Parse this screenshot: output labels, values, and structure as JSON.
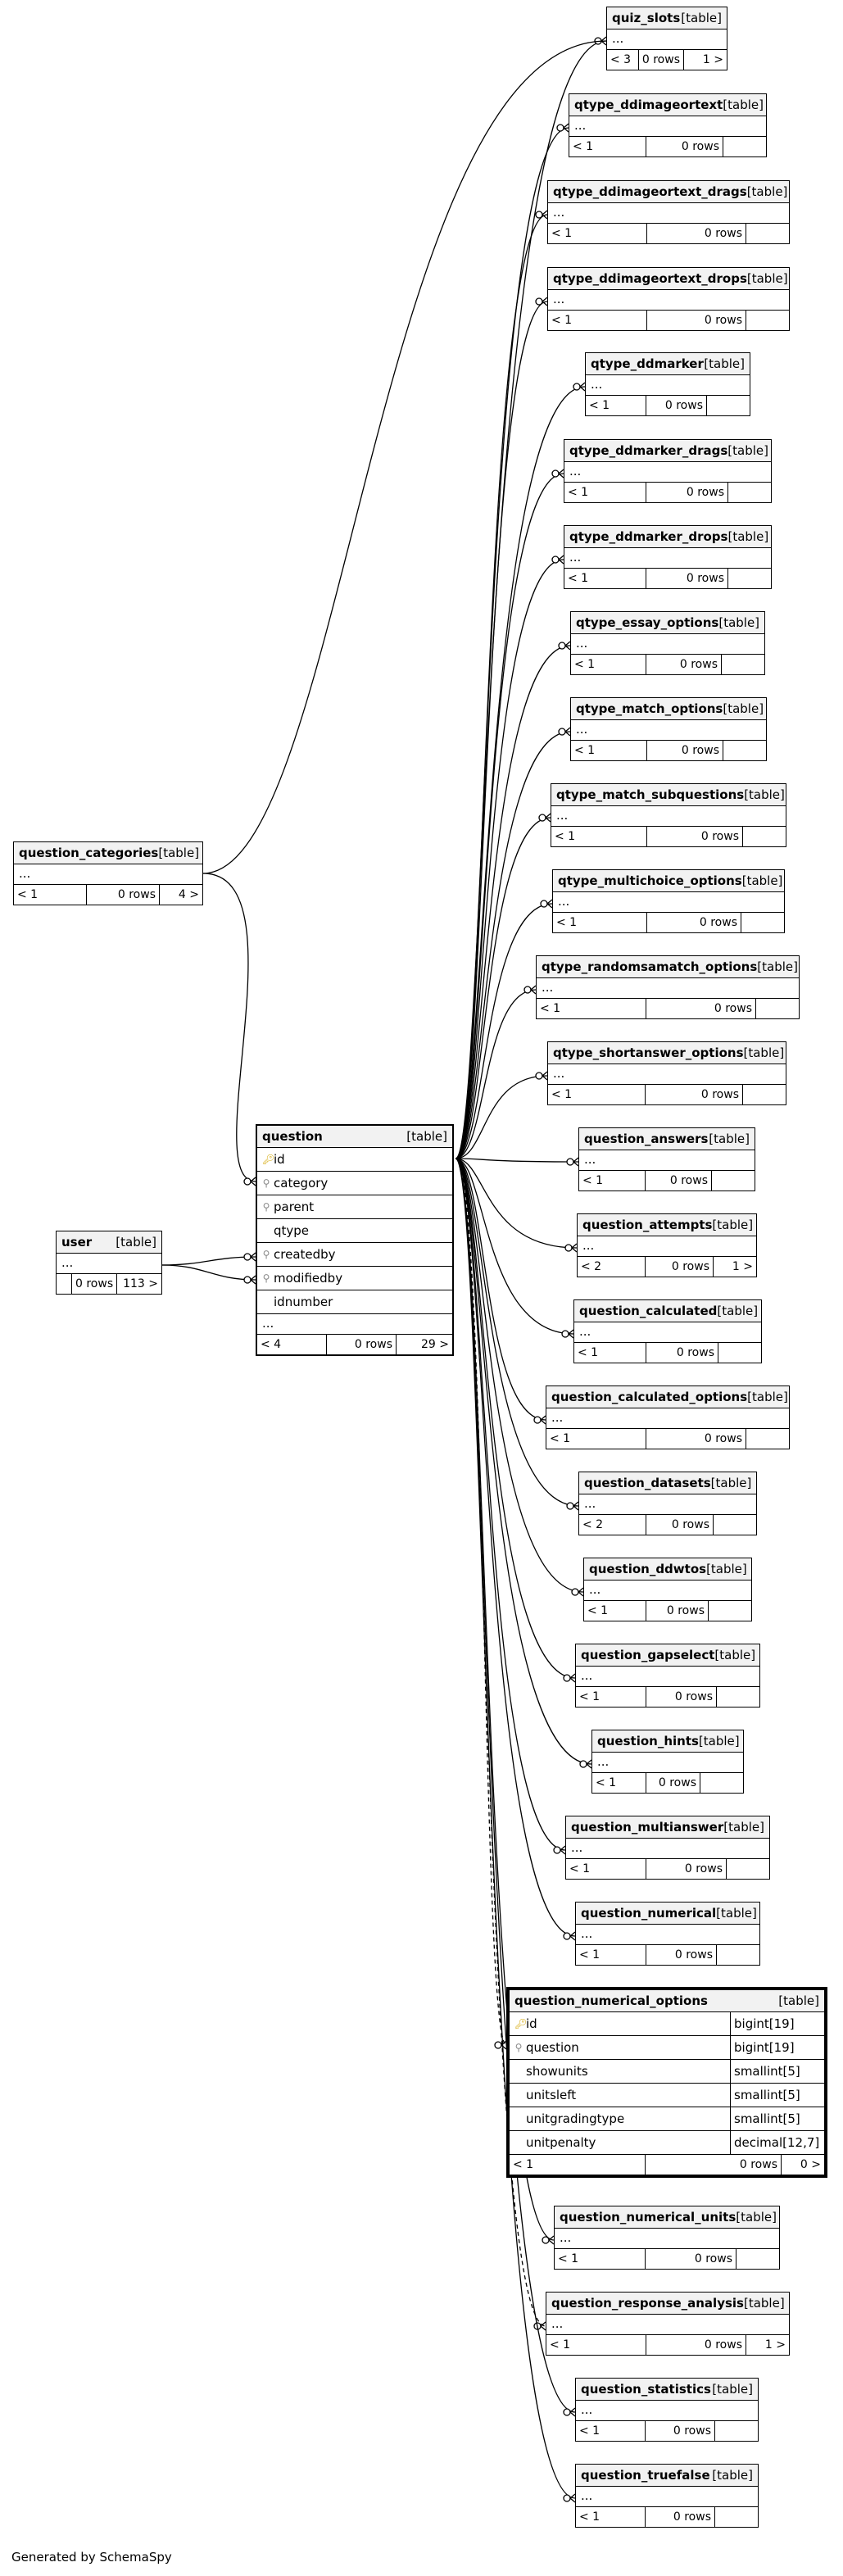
{
  "tables": {
    "quiz_slots": {
      "name": "quiz_slots",
      "type": "[table]",
      "f1": "< 3",
      "f2": "0 rows",
      "f3": "1 >"
    },
    "qtype_ddimageortext": {
      "name": "qtype_ddimageortext",
      "type": "[table]",
      "f1": "< 1",
      "f2": "0 rows",
      "f3": ""
    },
    "qtype_ddimageortext_drags": {
      "name": "qtype_ddimageortext_drags",
      "type": "[table]",
      "f1": "< 1",
      "f2": "0 rows",
      "f3": ""
    },
    "qtype_ddimageortext_drops": {
      "name": "qtype_ddimageortext_drops",
      "type": "[table]",
      "f1": "< 1",
      "f2": "0 rows",
      "f3": ""
    },
    "qtype_ddmarker": {
      "name": "qtype_ddmarker",
      "type": "[table]",
      "f1": "< 1",
      "f2": "0 rows",
      "f3": ""
    },
    "qtype_ddmarker_drags": {
      "name": "qtype_ddmarker_drags",
      "type": "[table]",
      "f1": "< 1",
      "f2": "0 rows",
      "f3": ""
    },
    "qtype_ddmarker_drops": {
      "name": "qtype_ddmarker_drops",
      "type": "[table]",
      "f1": "< 1",
      "f2": "0 rows",
      "f3": ""
    },
    "qtype_essay_options": {
      "name": "qtype_essay_options",
      "type": "[table]",
      "f1": "< 1",
      "f2": "0 rows",
      "f3": ""
    },
    "qtype_match_options": {
      "name": "qtype_match_options",
      "type": "[table]",
      "f1": "< 1",
      "f2": "0 rows",
      "f3": ""
    },
    "qtype_match_subquestions": {
      "name": "qtype_match_subquestions",
      "type": "[table]",
      "f1": "< 1",
      "f2": "0 rows",
      "f3": ""
    },
    "qtype_multichoice_options": {
      "name": "qtype_multichoice_options",
      "type": "[table]",
      "f1": "< 1",
      "f2": "0 rows",
      "f3": ""
    },
    "qtype_randomsamatch_options": {
      "name": "qtype_randomsamatch_options",
      "type": "[table]",
      "f1": "< 1",
      "f2": "0 rows",
      "f3": ""
    },
    "qtype_shortanswer_options": {
      "name": "qtype_shortanswer_options",
      "type": "[table]",
      "f1": "< 1",
      "f2": "0 rows",
      "f3": ""
    },
    "question_answers": {
      "name": "question_answers",
      "type": "[table]",
      "f1": "< 1",
      "f2": "0 rows",
      "f3": ""
    },
    "question_attempts": {
      "name": "question_attempts",
      "type": "[table]",
      "f1": "< 2",
      "f2": "0 rows",
      "f3": "1 >"
    },
    "question_calculated": {
      "name": "question_calculated",
      "type": "[table]",
      "f1": "< 1",
      "f2": "0 rows",
      "f3": ""
    },
    "question_calculated_options": {
      "name": "question_calculated_options",
      "type": "[table]",
      "f1": "< 1",
      "f2": "0 rows",
      "f3": ""
    },
    "question_datasets": {
      "name": "question_datasets",
      "type": "[table]",
      "f1": "< 2",
      "f2": "0 rows",
      "f3": ""
    },
    "question_ddwtos": {
      "name": "question_ddwtos",
      "type": "[table]",
      "f1": "< 1",
      "f2": "0 rows",
      "f3": ""
    },
    "question_gapselect": {
      "name": "question_gapselect",
      "type": "[table]",
      "f1": "< 1",
      "f2": "0 rows",
      "f3": ""
    },
    "question_hints": {
      "name": "question_hints",
      "type": "[table]",
      "f1": "< 1",
      "f2": "0 rows",
      "f3": ""
    },
    "question_multianswer": {
      "name": "question_multianswer",
      "type": "[table]",
      "f1": "< 1",
      "f2": "0 rows",
      "f3": ""
    },
    "question_numerical": {
      "name": "question_numerical",
      "type": "[table]",
      "f1": "< 1",
      "f2": "0 rows",
      "f3": ""
    },
    "question_numerical_units": {
      "name": "question_numerical_units",
      "type": "[table]",
      "f1": "< 1",
      "f2": "0 rows",
      "f3": ""
    },
    "question_response_analysis": {
      "name": "question_response_analysis",
      "type": "[table]",
      "f1": "< 1",
      "f2": "0 rows",
      "f3": "1 >"
    },
    "question_statistics": {
      "name": "question_statistics",
      "type": "[table]",
      "f1": "< 1",
      "f2": "0 rows",
      "f3": ""
    },
    "question_truefalse": {
      "name": "question_truefalse",
      "type": "[table]",
      "f1": "< 1",
      "f2": "0 rows",
      "f3": ""
    },
    "question_categories": {
      "name": "question_categories",
      "type": "[table]",
      "f1": "< 1",
      "f2": "0 rows",
      "f3": "4 >"
    },
    "user": {
      "name": "user",
      "type": "[table]",
      "f1": "",
      "f2": "0 rows",
      "f3": "113 >"
    }
  },
  "ellipsis": "...",
  "question": {
    "name": "question",
    "type": "[table]",
    "columns": [
      "id",
      "category",
      "parent",
      "qtype",
      "createdby",
      "modifiedby",
      "idnumber"
    ],
    "f1": "< 4",
    "f2": "0 rows",
    "f3": "29 >"
  },
  "qno": {
    "name": "question_numerical_options",
    "type": "[table]",
    "columns": [
      {
        "name": "id",
        "type": "bigint[19]"
      },
      {
        "name": "question",
        "type": "bigint[19]"
      },
      {
        "name": "showunits",
        "type": "smallint[5]"
      },
      {
        "name": "unitsleft",
        "type": "smallint[5]"
      },
      {
        "name": "unitgradingtype",
        "type": "smallint[5]"
      },
      {
        "name": "unitpenalty",
        "type": "decimal[12,7]"
      }
    ],
    "f1": "< 1",
    "f2": "0 rows",
    "f3": "0 >"
  },
  "credit": "Generated by SchemaSpy"
}
